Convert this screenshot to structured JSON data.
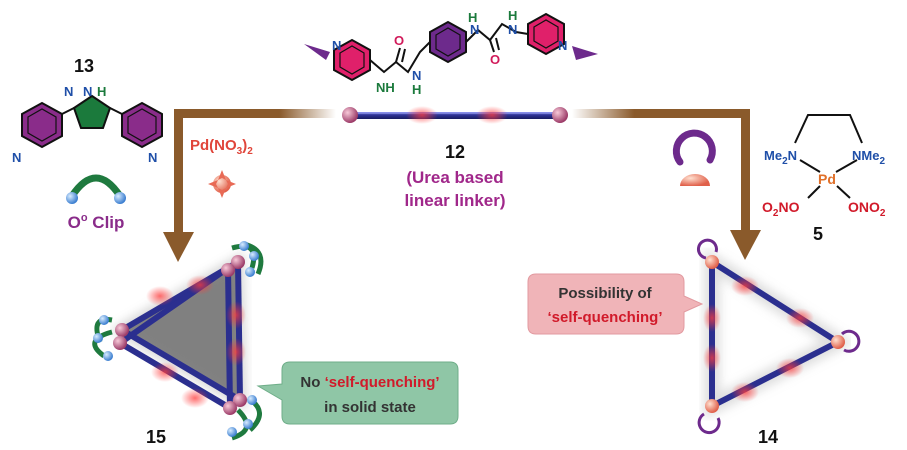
{
  "compounds": {
    "c13": {
      "number": "13",
      "clip_label_main": "O",
      "clip_label_sup": "o",
      "clip_label_tail": " Clip"
    },
    "c12": {
      "number": "12",
      "desc_line1": "(Urea based",
      "desc_line2": "linear linker)"
    },
    "c5": {
      "number": "5"
    },
    "c15": {
      "number": "15"
    },
    "c14": {
      "number": "14"
    }
  },
  "reagents": {
    "pd_left": {
      "pre": "Pd(NO",
      "sub": "3",
      "post": ")",
      "sub2": "2"
    }
  },
  "atoms": {
    "n": "N",
    "h": "H",
    "nh": "NH",
    "hn": "HN",
    "o": "O",
    "pd": "Pd",
    "me2n": "Me",
    "me2n_sub": "2",
    "me2n_tail": "N",
    "nme2": "NMe",
    "nme2_sub": "2",
    "o2no": "O",
    "o2no_sub": "2",
    "o2no_tail": "NO",
    "ono2": "ONO",
    "ono2_sub": "2"
  },
  "callouts": {
    "left": {
      "pre": "No ",
      "quoted": "‘self-quenching’",
      "line2": "in solid state"
    },
    "right": {
      "line1": "Possibility of",
      "quoted": "‘self-quenching’"
    }
  },
  "colors": {
    "arrow": "#8a5a2b",
    "rod": "#2b2f8f",
    "pyridine": "#8a2c8a",
    "triazole": "#1b7a3c",
    "phenyl_pink": "#e0206a",
    "phenyl_purple": "#6d2a8c",
    "callout_green": "#8fc6a6",
    "callout_pink": "#f0b4b8"
  }
}
